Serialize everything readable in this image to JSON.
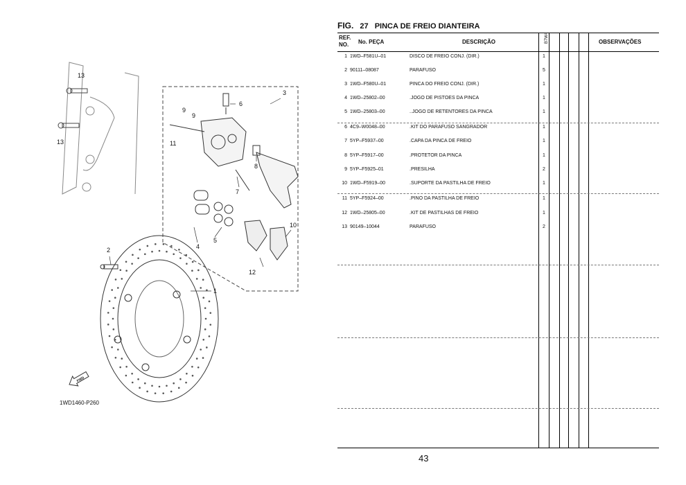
{
  "figure": {
    "label": "FIG.",
    "number": "27",
    "title": "PINCA DE FREIO DIANTEIRA"
  },
  "columns": {
    "ref_line1": "REF.",
    "ref_line2": "NO.",
    "part_no": "No. PEÇA",
    "description": "DESCRIÇÃO",
    "model": "B7W4",
    "observations": "OBSERVAÇÕES"
  },
  "rows": [
    {
      "ref": "1",
      "part": "1WD–F581U–01",
      "desc": "DISCO DE FREIO CONJ. (DIR.)",
      "qty": "1"
    },
    {
      "ref": "2",
      "part": "90111–08087",
      "desc": "PARAFUSO",
      "qty": "5"
    },
    {
      "ref": "3",
      "part": "1WD–F580U–01",
      "desc": "PINCA DO FREIO CONJ. (DIR.)",
      "qty": "1"
    },
    {
      "ref": "4",
      "part": "1WD–25802–00",
      "desc": ".JOGO DE PISTOES DA PINCA",
      "qty": "1"
    },
    {
      "ref": "5",
      "part": "1WD–25803–00",
      "desc": "..JOGO DE RETENTORES DA PINCA",
      "qty": "1"
    },
    {
      "ref": "6",
      "part": "4C9–W0048–00",
      "desc": ".KIT DO PARAFUSO SANGRADOR",
      "qty": "1"
    },
    {
      "ref": "7",
      "part": "5YP–F5937–00",
      "desc": ".CAPA DA PINCA DE FREIO",
      "qty": "1"
    },
    {
      "ref": "8",
      "part": "5YP–F5917–00",
      "desc": ".PROTETOR DA PINCA",
      "qty": "1"
    },
    {
      "ref": "9",
      "part": "5YP–F5925–01",
      "desc": ".PRESILHA",
      "qty": "2"
    },
    {
      "ref": "10",
      "part": "1WD–F5919–00",
      "desc": ".SUPORTE DA PASTILHA DE FREIO",
      "qty": "1"
    },
    {
      "ref": "11",
      "part": "5YP–F5924–00",
      "desc": ".PINO DA PASTILHA DE FREIO",
      "qty": "1"
    },
    {
      "ref": "12",
      "part": "1WD–25805–00",
      "desc": ".KIT DE PASTILHAS DE FREIO",
      "qty": "1"
    },
    {
      "ref": "13",
      "part": "90149–10044",
      "desc": "PARAFUSO",
      "qty": "2"
    }
  ],
  "diagram": {
    "part_code": "1WD1460-P260",
    "fwd_label": "FWD",
    "callouts": [
      "1",
      "2",
      "3",
      "4",
      "5",
      "6",
      "7",
      "8",
      "9",
      "9",
      "10",
      "11",
      "12",
      "13",
      "13"
    ]
  },
  "page_number": "43"
}
